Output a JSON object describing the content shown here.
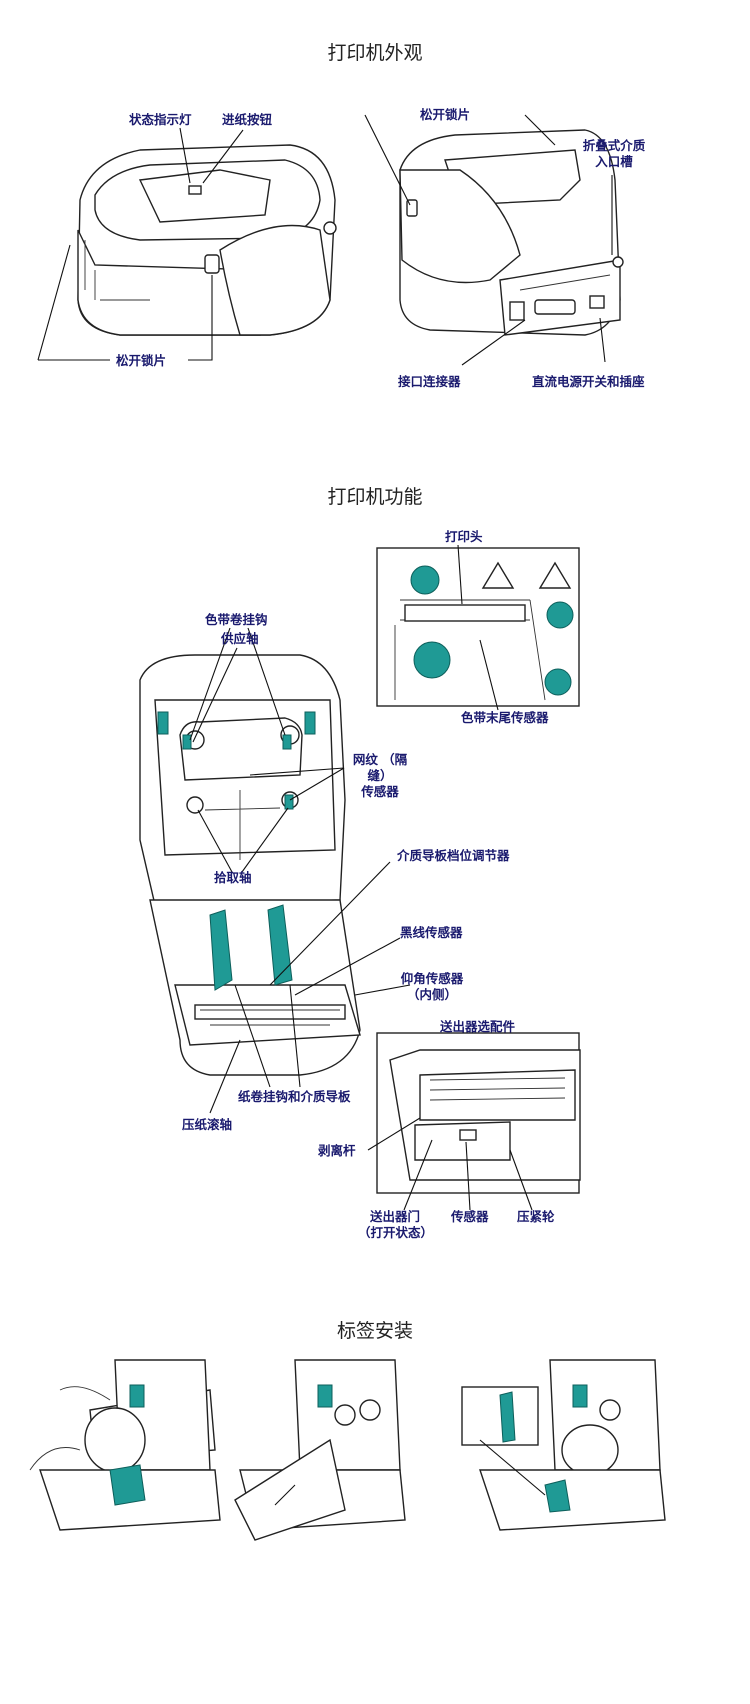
{
  "sections": {
    "exterior": "打印机外观",
    "features": "打印机功能",
    "install": "标签安装"
  },
  "exterior_labels": {
    "status_light": "状态指示灯",
    "feed_button": "进纸按钮",
    "release_latch_left": "松开锁片",
    "release_latch_right": "松开锁片",
    "fanfold_slot": "折叠式介质\n入口槽",
    "interface": "接口连接器",
    "power": "直流电源开关和插座"
  },
  "feature_labels": {
    "printhead": "打印头",
    "ribbon_out_sensor": "色带末尾传感器",
    "ribbon_hook": "色带卷挂钩",
    "supply_spindle": "供应轴",
    "web_sensor": "网纹 （隔缝）\n传感器",
    "take_up": "拾取轴",
    "guide_adjuster": "介质导板档位调节器",
    "black_line_sensor": "黑线传感器",
    "head_up_sensor": "仰角传感器\n（内侧）",
    "roll_holder": "纸卷挂钩和介质导板",
    "platen": "压纸滚轴",
    "dispenser_option": "送出器选配件",
    "peel_bar": "剥离杆",
    "dispenser_door": "送出器门\n（打开状态）",
    "sensor": "传感器",
    "pinch_roller": "压紧轮"
  },
  "colors": {
    "accent": "#1f9a95",
    "label": "#1a1a6e"
  }
}
